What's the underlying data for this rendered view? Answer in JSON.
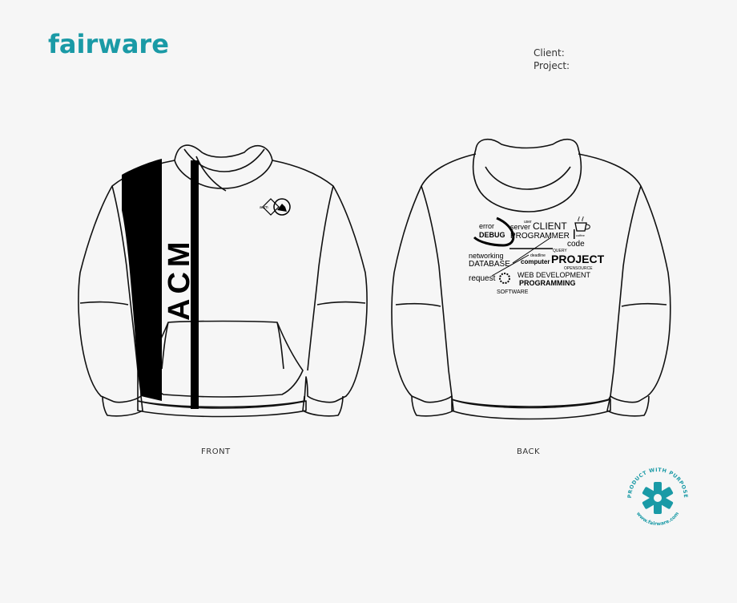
{
  "header": {
    "brand": "fairware",
    "client_label": "Client:",
    "project_label": "Project:"
  },
  "views": {
    "front_label": "FRONT",
    "back_label": "BACK"
  },
  "front_print": {
    "text": "ACM"
  },
  "back_print": {
    "words": {
      "error": "error",
      "debug": "DEBUG",
      "user": "user",
      "server": "server",
      "client": "CLIENT",
      "programmer": "PROGRAMMER",
      "coffee": "coffee",
      "code": "code",
      "networking": "networking",
      "database": "DATABASE",
      "query": "QUERY",
      "deadline": "deadline",
      "computer": "computer",
      "project": "PROJECT",
      "opensource": "OPENSOURCE",
      "request": "request",
      "webdev": "WEB DEVELOPMENT",
      "programming": "PROGRAMMING",
      "software": "SOFTWARE"
    }
  },
  "seal": {
    "top_text": "PRODUCT WITH PURPOSE",
    "bottom_text": "www.fairware.com"
  },
  "colors": {
    "brand": "#1a9aa6",
    "ink": "#000000",
    "background": "#f6f6f6"
  }
}
